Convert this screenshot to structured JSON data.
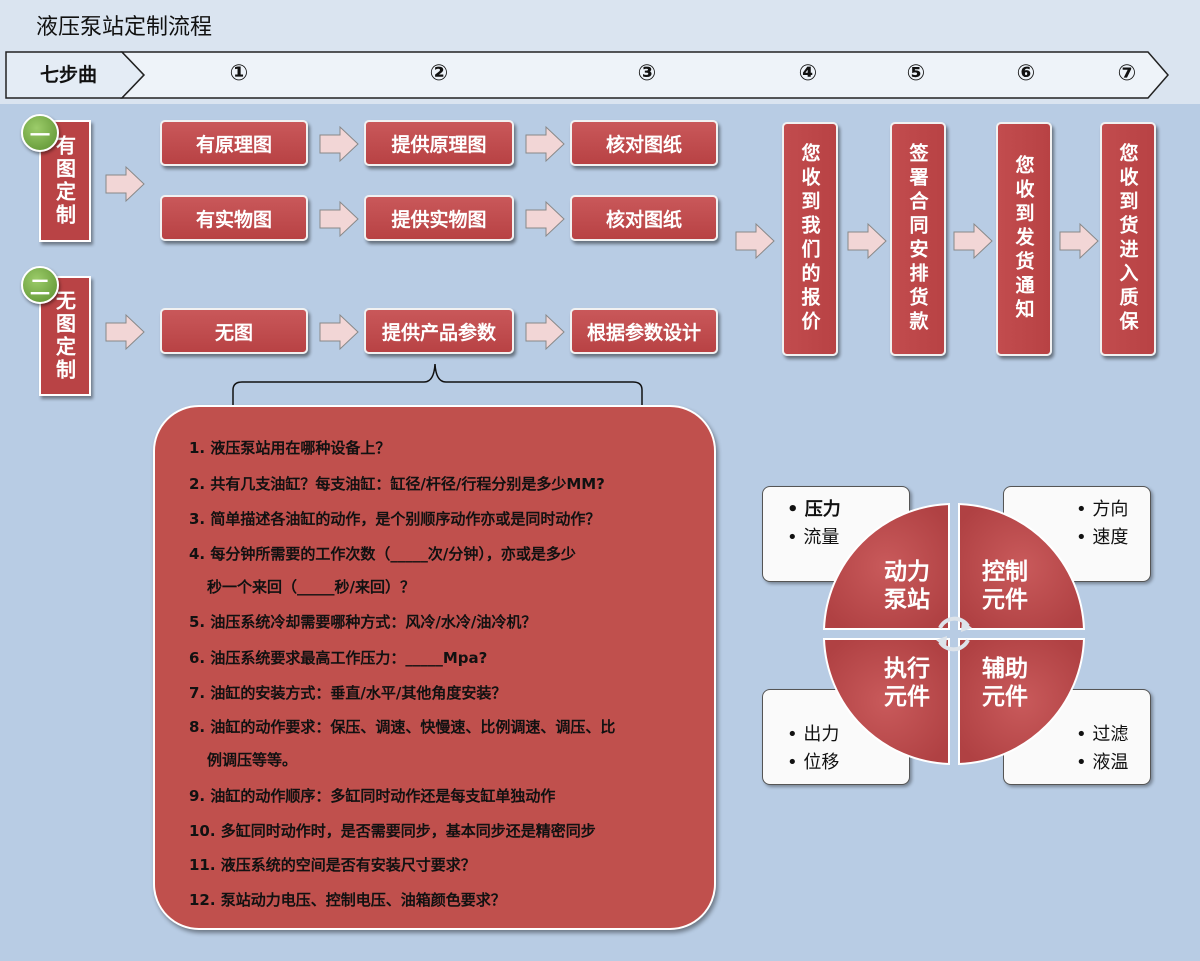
{
  "title": "液压泵站定制流程",
  "steps": {
    "label": "七步曲",
    "numbers": [
      "①",
      "②",
      "③",
      "④",
      "⑤",
      "⑥",
      "⑦"
    ]
  },
  "types": [
    {
      "num": "一",
      "label": "有图定制"
    },
    {
      "num": "二",
      "label": "无图定制"
    }
  ],
  "boxes": {
    "row1": [
      "有原理图",
      "提供原理图",
      "核对图纸"
    ],
    "row2": [
      "有实物图",
      "提供实物图",
      "核对图纸"
    ],
    "row3": [
      "无图",
      "提供产品参数",
      "根据参数设计"
    ]
  },
  "vsteps": [
    "您收到我们的报价",
    "签署合同安排货款",
    "您收到发货通知",
    "您收到货进入质保"
  ],
  "questions": [
    "1. 液压泵站用在哪种设备上？",
    "2. 共有几支油缸？每支油缸：缸径/杆径/行程分别是多少MM?",
    "3. 简单描述各油缸的动作，是个别顺序动作亦或是同时动作？",
    "4. 每分钟所需要的工作次数（_____次/分钟），亦或是多少",
    "秒一个来回（_____秒/来回）？",
    "5. 油压系统冷却需要哪种方式：风冷/水冷/油冷机？",
    "6. 油压系统要求最高工作压力：_____Mpa?",
    "7. 油缸的安装方式：垂直/水平/其他角度安装？",
    "8. 油缸的动作要求：保压、调速、快慢速、比例调速、调压、比",
    "例调压等等。",
    "9. 油缸的动作顺序：多缸同时动作还是每支缸单独动作",
    "10. 多缸同时动作时，是否需要同步，基本同步还是精密同步",
    "11. 液压系统的空间是否有安装尺寸要求？",
    "12. 泵站动力电压、控制电压、油箱颜色要求？"
  ],
  "components": {
    "power": {
      "label1": "动力",
      "label2": "泵站",
      "items": [
        "• 压力",
        "• 流量"
      ]
    },
    "control": {
      "label1": "控制",
      "label2": "元件",
      "items": [
        "• 方向",
        "• 速度"
      ]
    },
    "actuator": {
      "label1": "执行",
      "label2": "元件",
      "items": [
        "• 出力",
        "• 位移"
      ]
    },
    "auxiliary": {
      "label1": "辅助",
      "label2": "元件",
      "items": [
        "• 过滤",
        "• 液温"
      ]
    }
  },
  "colors": {
    "box_red": "#c0504d",
    "background": "#b8cce4",
    "band": "#dae4f0",
    "circle_green": "#6b9e3a"
  }
}
